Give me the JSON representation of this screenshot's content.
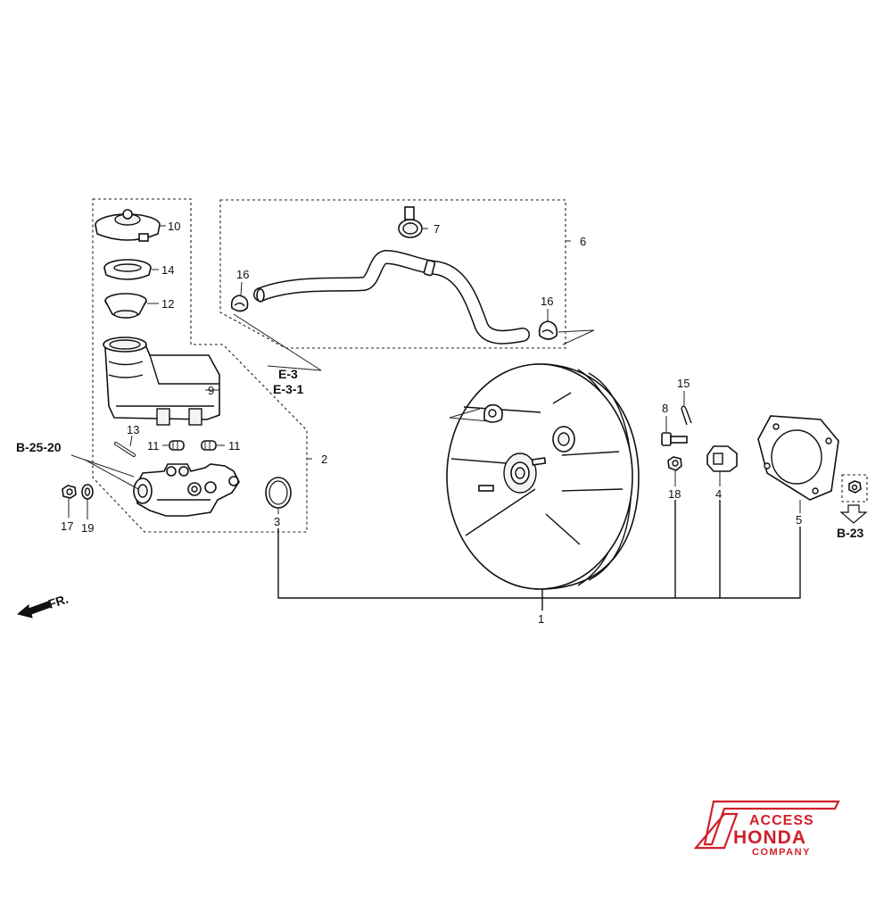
{
  "callouts": {
    "c1": "1",
    "c2": "2",
    "c3": "3",
    "c4": "4",
    "c5": "5",
    "c6": "6",
    "c7": "7",
    "c8": "8",
    "c9": "9",
    "c10": "10",
    "c11a": "11",
    "c11b": "11",
    "c12": "12",
    "c13": "13",
    "c14": "14",
    "c15": "15",
    "c16a": "16",
    "c16b": "16",
    "c17": "17",
    "c18": "18",
    "c19": "19"
  },
  "refs": {
    "b2520": "B-25-20",
    "e3": "E-3",
    "e31": "E-3-1",
    "b23": "B-23",
    "fr": "FR."
  },
  "logo": {
    "line1": "ACCESS",
    "line2": "HONDA",
    "line3": "COMPANY",
    "color": "#d0202a"
  }
}
